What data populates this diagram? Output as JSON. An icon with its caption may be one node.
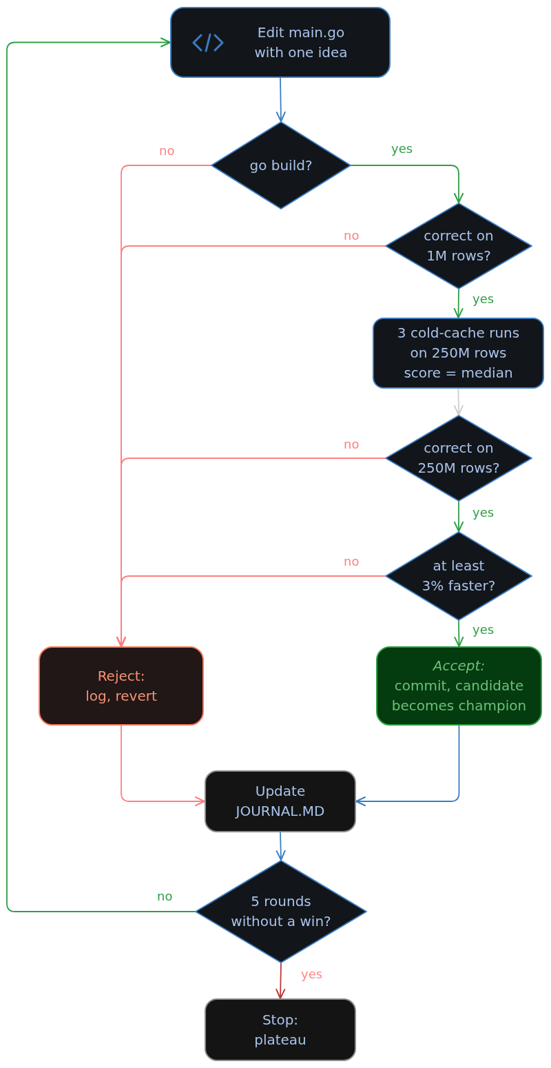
{
  "diagram": {
    "nodes": [
      {
        "text": [
          "Edit main.go with one idea"
        ]
      },
      {
        "text": [
          "go build?"
        ]
      },
      {
        "text": [
          "correct on 1M rows?"
        ]
      },
      {
        "text": [
          "3 cold-cache runs on 250M rows",
          "score = median"
        ]
      },
      {
        "text": [
          "correct on 250M rows?"
        ]
      },
      {
        "text": [
          "at least 3% faster?"
        ]
      },
      {
        "text": [
          "Reject:",
          "log, revert"
        ]
      },
      {
        "text": [
          "Accept:",
          "commit, candidate becomes champion"
        ]
      },
      {
        "text": [
          "Update JOURNAL.MD"
        ]
      },
      {
        "text": [
          "5 rounds without a win?"
        ]
      },
      {
        "text": [
          "Stop:",
          "plateau"
        ]
      }
    ],
    "edges": [
      {
        "from": 0,
        "to": 1,
        "arrow": "to",
        "color": "#3b7dc4"
      },
      {
        "from": 1,
        "to": 2,
        "arrow": "to",
        "label": "yes",
        "color": "#2f9e44"
      },
      {
        "from": 1,
        "to": 6,
        "arrow": "to",
        "label": "no",
        "color": "#ff7f7f"
      },
      {
        "from": 2,
        "to": 6,
        "arrow": "to",
        "label": "no",
        "color": "#ff7f7f"
      },
      {
        "from": 2,
        "to": 3,
        "arrow": "to",
        "label": "yes",
        "color": "#2f9e44"
      },
      {
        "from": 3,
        "to": 4,
        "arrow": "to",
        "color": "#cfcfcf"
      },
      {
        "from": 4,
        "to": 6,
        "arrow": "to",
        "label": "no",
        "color": "#ff7f7f"
      },
      {
        "from": 4,
        "to": 5,
        "arrow": "to",
        "label": "yes",
        "color": "#2f9e44"
      },
      {
        "from": 5,
        "to": 6,
        "arrow": "to",
        "label": "no",
        "color": "#ff7f7f"
      },
      {
        "from": 5,
        "to": 7,
        "arrow": "to",
        "label": "yes",
        "color": "#2f9e44"
      },
      {
        "from": 6,
        "to": 8,
        "arrow": "to",
        "color": "#ff7f7f"
      },
      {
        "from": 7,
        "to": 8,
        "arrow": "to",
        "color": "#3b7dc4"
      },
      {
        "from": 8,
        "to": 9,
        "arrow": "to",
        "color": "#3b7dc4"
      },
      {
        "from": 9,
        "to": 0,
        "arrow": "to",
        "label": "no",
        "color": "#2f9e44"
      },
      {
        "from": 9,
        "to": 10,
        "arrow": "to",
        "label": "yes",
        "color": "#b83a3a"
      }
    ]
  }
}
